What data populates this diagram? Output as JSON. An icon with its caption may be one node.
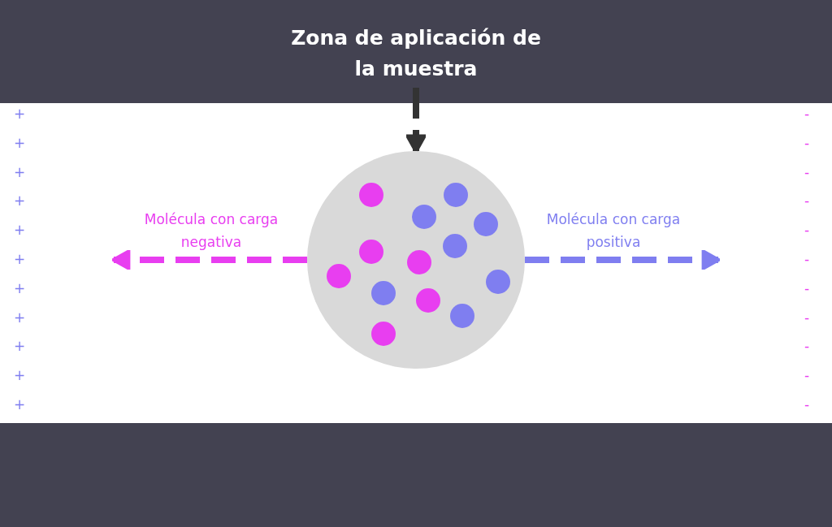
{
  "diagram": {
    "nodes": [
      {
        "text": [
          "Zona de aplicación de la muestra"
        ]
      },
      {
        "text": [],
        "shape": "circle"
      },
      {
        "text": [],
        "shape": "circle",
        "in": 1
      },
      {
        "text": [],
        "shape": "circle",
        "in": 1
      },
      {
        "text": [],
        "shape": "circle",
        "in": 1
      },
      {
        "text": [],
        "shape": "circle",
        "in": 1
      },
      {
        "text": [],
        "shape": "circle",
        "in": 1
      },
      {
        "text": [],
        "shape": "circle",
        "in": 1
      },
      {
        "text": [],
        "shape": "circle",
        "in": 1
      },
      {
        "text": [],
        "shape": "circle",
        "in": 1
      },
      {
        "text": [],
        "shape": "circle",
        "in": 1
      },
      {
        "text": [],
        "shape": "circle",
        "in": 1
      },
      {
        "text": [],
        "shape": "circle",
        "in": 1
      },
      {
        "text": [],
        "shape": "circle",
        "in": 1
      },
      {
        "text": [],
        "shape": "circle",
        "in": 1
      }
    ],
    "edges": [
      {
        "from": 0,
        "to": 1,
        "arrow": "to",
        "style": "dashed",
        "color": "#333333"
      },
      {
        "from": 1,
        "to": null,
        "arrow": "to",
        "style": "dashed",
        "color": "#e83ef0",
        "label": "Molécula con carga negativa"
      },
      {
        "from": 1,
        "to": null,
        "arrow": "to",
        "style": "dashed",
        "color": "#7f7ef0",
        "label": "Molécula con carga positiva"
      }
    ],
    "labels": [
      "+",
      "-",
      "+",
      "-",
      "+",
      "-",
      "+",
      "-",
      "+",
      "-",
      "+",
      "-",
      "+",
      "-",
      "+",
      "-",
      "+",
      "-",
      "+",
      "-",
      "+",
      "-"
    ]
  }
}
